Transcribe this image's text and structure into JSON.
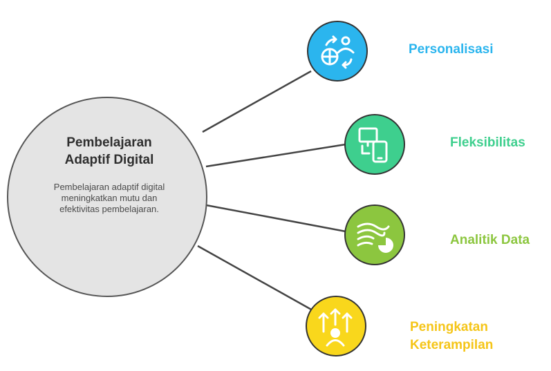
{
  "center": {
    "title": "Pembelajaran Adaptif Digital",
    "description": "Pembelajaran adaptif digital meningkatkan mutu dan efektivitas pembelajaran."
  },
  "nodes": [
    {
      "label": "Personalisasi",
      "icon": "personalization-icon",
      "color": "#2bb5ee"
    },
    {
      "label": "Fleksibilitas",
      "icon": "devices-icon",
      "color": "#3ecf8e"
    },
    {
      "label": "Analitik Data",
      "icon": "data-analytics-icon",
      "color": "#8cc63f"
    },
    {
      "label": "Peningkatan Keterampilan",
      "icon": "skill-improvement-icon",
      "color": "#f9d71c"
    }
  ]
}
